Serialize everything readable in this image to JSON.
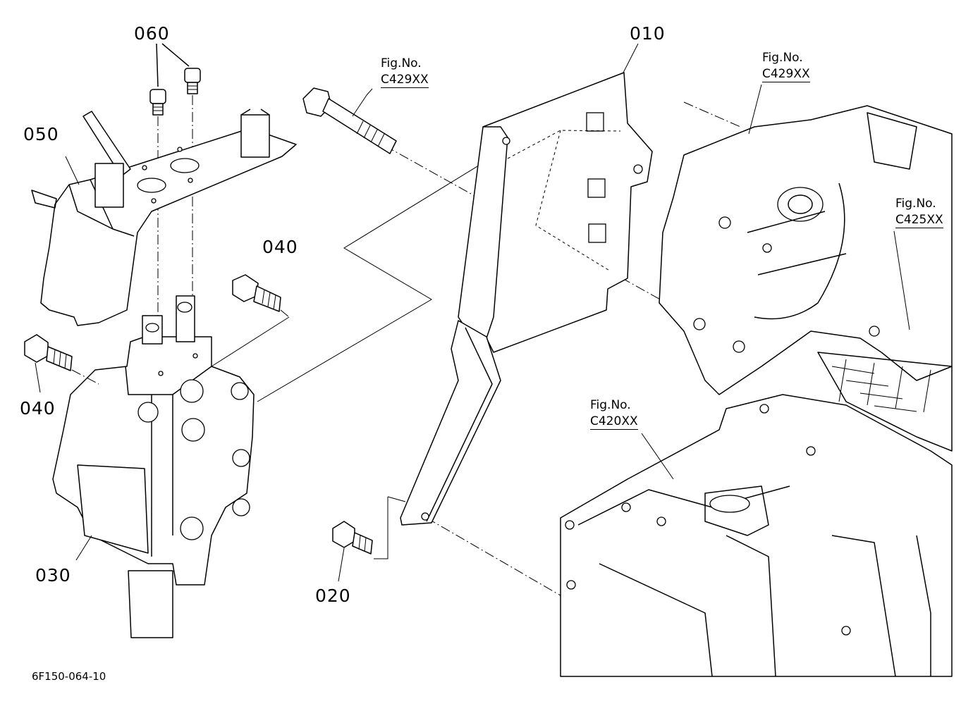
{
  "callouts": [
    {
      "id": "010",
      "label": "010"
    },
    {
      "id": "020",
      "label": "020"
    },
    {
      "id": "030",
      "label": "030"
    },
    {
      "id": "040a",
      "label": "040"
    },
    {
      "id": "040b",
      "label": "040"
    },
    {
      "id": "050",
      "label": "050"
    },
    {
      "id": "060",
      "label": "060"
    }
  ],
  "figure_refs": [
    {
      "heading": "Fig.No.",
      "code": "C429XX"
    },
    {
      "heading": "Fig.No.",
      "code": "C429XX"
    },
    {
      "heading": "Fig.No.",
      "code": "C425XX"
    },
    {
      "heading": "Fig.No.",
      "code": "C420XX"
    }
  ],
  "drawing_number": "6F150-064-10"
}
